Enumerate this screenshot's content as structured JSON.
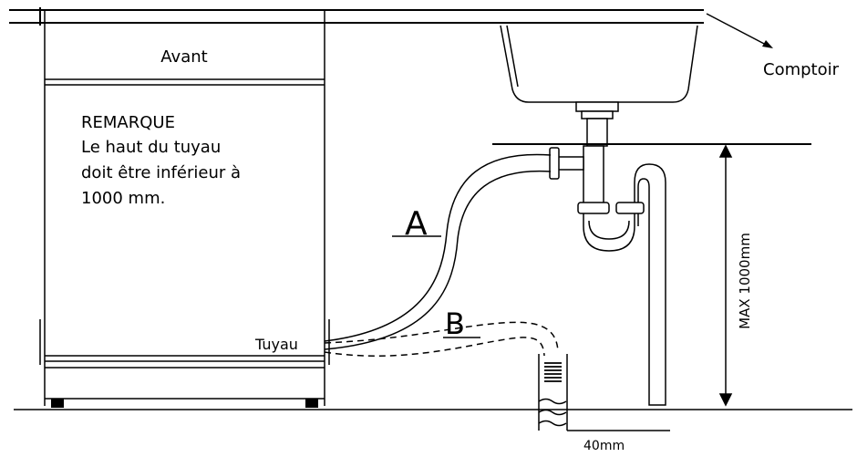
{
  "labels": {
    "front": "Avant",
    "note_title": "REMARQUE",
    "note_lines": [
      "Le haut du tuyau",
      "doit être inférieur à",
      "1000 mm."
    ],
    "counter": "Comptoir",
    "hose": "Tuyau",
    "option_a": "A",
    "option_b": "B",
    "max_height": "MAX 1000mm",
    "pipe_width": "40mm"
  }
}
